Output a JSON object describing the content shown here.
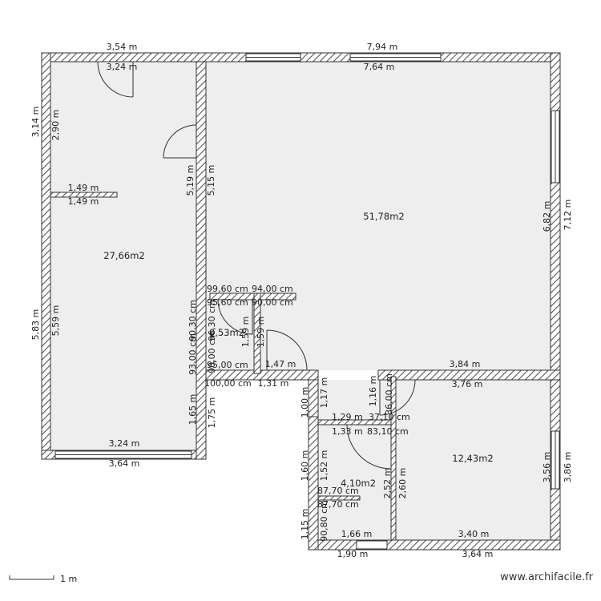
{
  "plan": {
    "rooms": [
      {
        "label": "27,66m2"
      },
      {
        "label": "51,78m2"
      },
      {
        "label": "12,43m2"
      },
      {
        "label": "4,10m2"
      },
      {
        "label": "0,53m2"
      }
    ],
    "dims": {
      "d354": "3,54 m",
      "d324a": "3,24 m",
      "d794": "7,94 m",
      "d764": "7,64 m",
      "d314": "3,14 m",
      "d290": "2,90 m",
      "d149a": "1,49 m",
      "d149b": "1,49 m",
      "d519": "5,19 m",
      "d515": "5,15 m",
      "d682": "6,82 m",
      "d712": "7,12 m",
      "d583": "5,83 m",
      "d559": "5,59 m",
      "d9960": "99,60 cm",
      "d9400": "94,00 cm",
      "d9560": "95,60 cm",
      "d9000a": "90,00 cm",
      "d9030": "90,30 cm",
      "d9630": "96,30 cm",
      "d159a": "1,59 m",
      "d159b": "1,59 m",
      "d9300": "93,00 cm",
      "d9000b": "90,00 cm",
      "d9500": "95,00 cm",
      "d147": "1,47 m",
      "d384": "3,84 m",
      "d10000": "100,00 cm",
      "d131": "1,31 m",
      "d117": "1,17 m",
      "d116": "1,16 m",
      "d3600": "36,00 cm",
      "d376": "3,76 m",
      "d100": "1,00 m",
      "d165": "1,65 m",
      "d175": "1,75 m",
      "d129": "1,29 m",
      "d3710": "37,10 cm",
      "d133": "1,33 m",
      "d8310": "83,10 cm",
      "d324b": "3,24 m",
      "d364a": "3,64 m",
      "d160": "1,60 m",
      "d152": "1,52 m",
      "d252": "2,52 m",
      "d260": "2,60 m",
      "d356": "3,56 m",
      "d386": "3,86 m",
      "d8770a": "87,70 cm",
      "d8770b": "87,70 cm",
      "d115": "1,15 m",
      "d9080": "90,80 cm",
      "d166": "1,66 m",
      "d340": "3,40 m",
      "d190": "1,90 m",
      "d364b": "3,64 m"
    },
    "scale_label": "1 m",
    "brand": "www.archifacile.fr"
  }
}
